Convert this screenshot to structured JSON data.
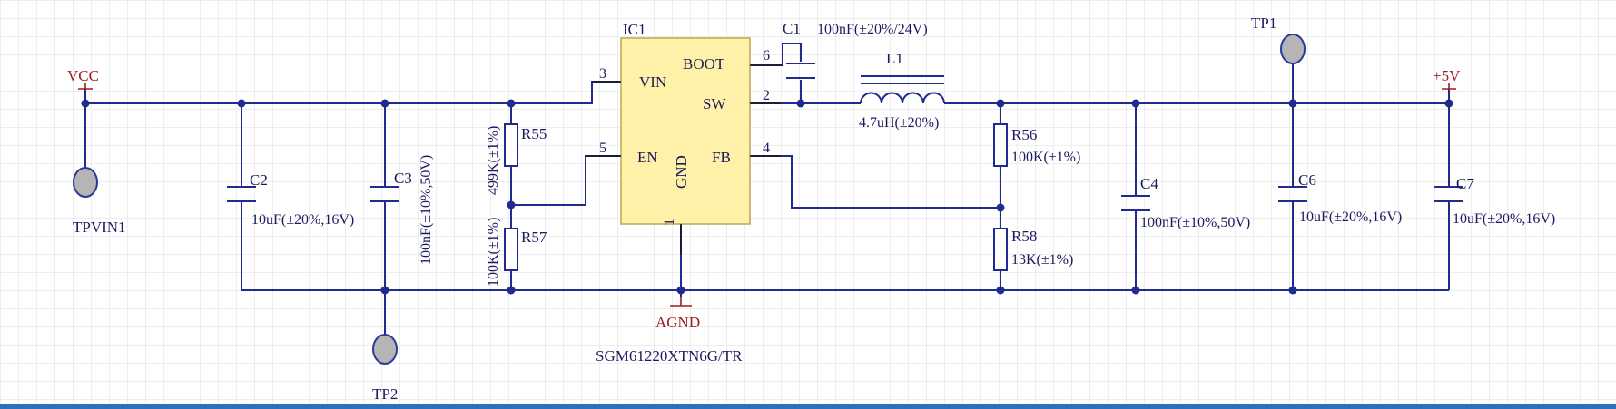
{
  "ic": {
    "ref": "IC1",
    "part": "SGM61220XTN6G/TR",
    "pins": {
      "vin": {
        "name": "VIN",
        "num": "3"
      },
      "en": {
        "name": "EN",
        "num": "5"
      },
      "boot": {
        "name": "BOOT",
        "num": "6"
      },
      "sw": {
        "name": "SW",
        "num": "2"
      },
      "fb": {
        "name": "FB",
        "num": "4"
      },
      "gnd": {
        "name": "GND",
        "num": "1"
      }
    }
  },
  "power": {
    "vcc": "VCC",
    "out": "+5V",
    "gnd": "AGND"
  },
  "testpoints": {
    "tpvin1": "TPVIN1",
    "tp1": "TP1",
    "tp2": "TP2"
  },
  "components": {
    "c1": {
      "ref": "C1",
      "value": "100nF(±20%/24V)"
    },
    "c2": {
      "ref": "C2",
      "value": "10uF(±20%,16V)"
    },
    "c3": {
      "ref": "C3",
      "value": "100nF(±10%,50V)"
    },
    "c4": {
      "ref": "C4",
      "value": "100nF(±10%,50V)"
    },
    "c6": {
      "ref": "C6",
      "value": "10uF(±20%,16V)"
    },
    "c7": {
      "ref": "C7",
      "value": "10uF(±20%,16V)"
    },
    "l1": {
      "ref": "L1",
      "value": "4.7uH(±20%)"
    },
    "r55": {
      "ref": "R55",
      "value": "499K(±1%)"
    },
    "r57": {
      "ref": "R57",
      "value": "100K(±1%)"
    },
    "r56": {
      "ref": "R56",
      "value": "100K(±1%)"
    },
    "r58": {
      "ref": "R58",
      "value": "13K(±1%)"
    }
  },
  "colors": {
    "wire": "#1f2b8f",
    "power_port": "#9c1c1c",
    "ic_fill": "#fff2a8",
    "testpoint_fill": "#b5b5b5",
    "grid": "#dcdcdc",
    "bottom_bar": "#2f71b8"
  }
}
